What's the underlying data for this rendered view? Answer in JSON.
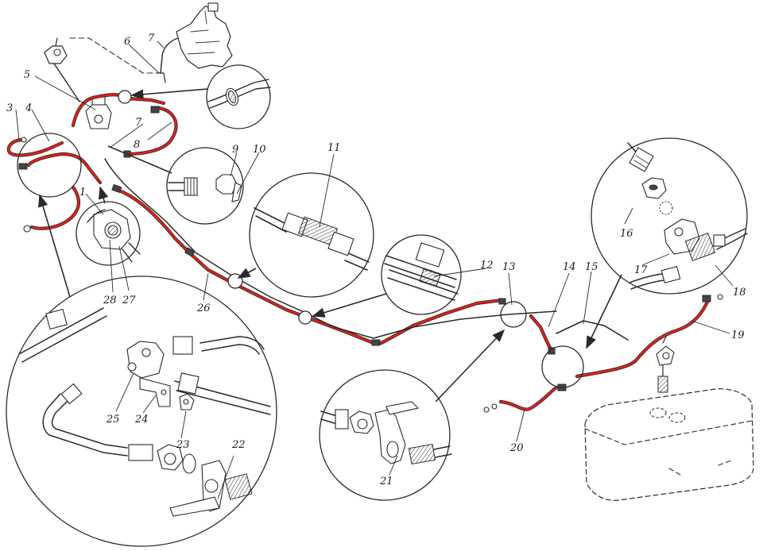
{
  "labels": {
    "l1": "1",
    "l3": "3",
    "l4": "4",
    "l5": "5",
    "l6": "6",
    "l7a": "7",
    "l7b": "7",
    "l8": "8",
    "l9": "9",
    "l10": "10",
    "l11": "11",
    "l12": "12",
    "l13": "13",
    "l14": "14",
    "l15": "15",
    "l16": "16",
    "l17": "17",
    "l18": "18",
    "l19": "19",
    "l20": "20",
    "l21": "21",
    "l22": "22",
    "l23": "23",
    "l24": "24",
    "l25": "25",
    "l26": "26",
    "l27": "27",
    "l28": "28"
  },
  "colors": {
    "fuel_line": "#e0201a",
    "ink": "#2a2a2a",
    "background": "#ffffff"
  }
}
